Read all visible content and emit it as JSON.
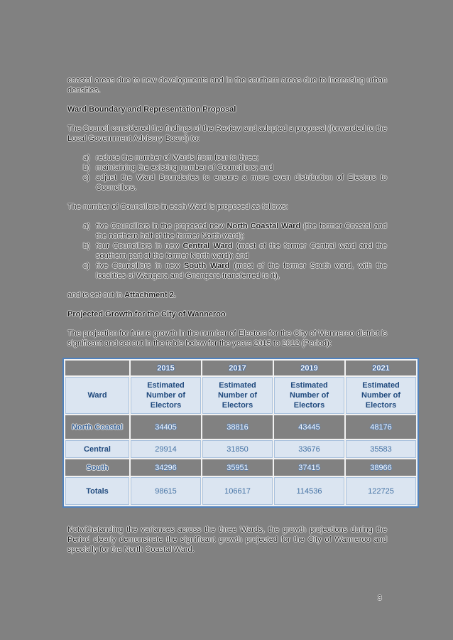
{
  "document": {
    "page_number": "3",
    "intro_paragraph": "coastal areas due to new developments and in the southern areas due to increasing urban densities.",
    "section1_heading": "Ward Boundary and Representation Proposal",
    "section1_intro": "The Council considered the findings of the Review and adopted a proposal (forwarded to the Local Government Advisory Board) to:",
    "proposal_list": [
      {
        "marker": "a)",
        "text": "reduce the number of Wards from four to three;"
      },
      {
        "marker": "b)",
        "text": "maintaining the existing number of Councillors; and"
      },
      {
        "marker": "c)",
        "text": "adjust the Ward Boundaries to ensure a more even distribution of Electors to Councillors."
      }
    ],
    "councillors_intro": "The number of Councillors in each Ward is proposed as follows:",
    "councillors_list": [
      {
        "marker": "a)",
        "pre": "five Councillors in the proposed new ",
        "bold": "North Coastal Ward",
        "post": " (the former Coastal and the northern half of the former North ward);"
      },
      {
        "marker": "b)",
        "pre": "four Councillors in new ",
        "bold": "Central Ward",
        "post": " (most of the former Central ward and the southern part of the former North ward); and"
      },
      {
        "marker": "c)",
        "pre": "five Councillors in new ",
        "bold": "South Ward",
        "post": " (most of the former South ward, with the localities of Wangara and Gnangara transferred to it),"
      }
    ],
    "attachment_pre": "and is set out in ",
    "attachment_bold": "Attachment 2.",
    "section2_heading": "Projected Growth for the City of Wanneroo",
    "section2_intro": "The projection for future growth in the number of Electors for the City of Wanneroo district is significant and set out in the table below for the years 2015 to 2012 (Period):",
    "closing_paragraph": "Notwithstanding the variances across the three Wards, the growth projections during the Period clearly demonstrate the significant growth projected for the City of Wanneroo and specially for the North Coastal Ward."
  },
  "table": {
    "year_headers": [
      "2015",
      "2017",
      "2019",
      "2021"
    ],
    "ward_column_header": "Ward",
    "value_column_header": "Estimated Number of Electors",
    "rows": [
      {
        "ward": "North Coastal",
        "values": [
          "34405",
          "38816",
          "43445",
          "48176"
        ]
      },
      {
        "ward": "Central",
        "values": [
          "29914",
          "31850",
          "33676",
          "35583"
        ]
      },
      {
        "ward": "South",
        "values": [
          "34296",
          "35951",
          "37415",
          "38966"
        ]
      },
      {
        "ward": "Totals",
        "values": [
          "98615",
          "106617",
          "114536",
          "122725"
        ]
      }
    ]
  },
  "colors": {
    "page_background": "#818181",
    "table_light_cell": "#dbe5f1",
    "table_header_text": "#1f497d",
    "table_number_text": "#4472a4",
    "table_border_accent": "#4f81bd"
  }
}
